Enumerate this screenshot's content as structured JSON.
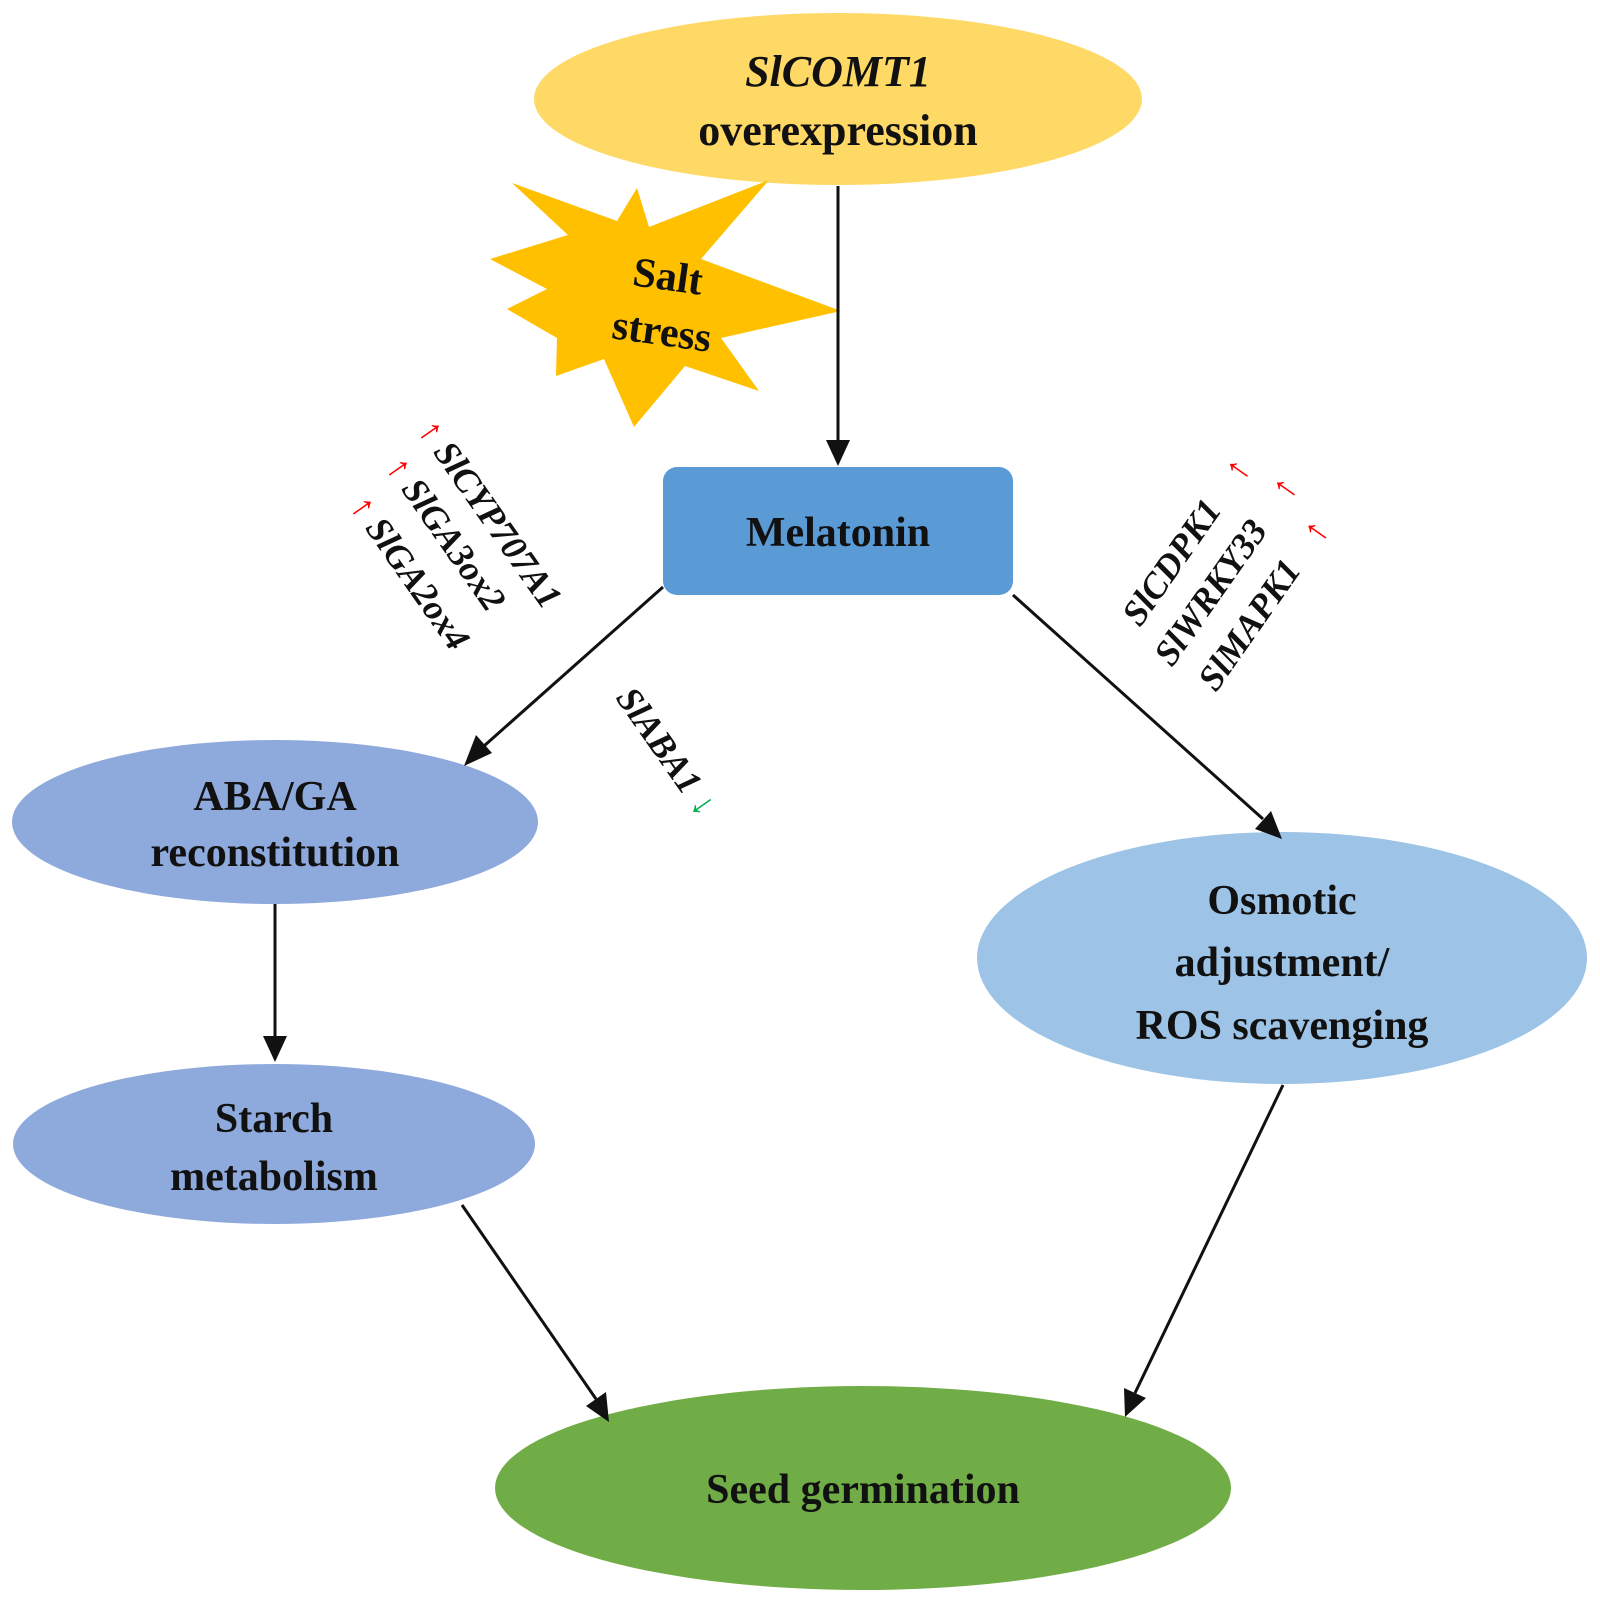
{
  "nodes": {
    "slcomt1": {
      "line1": "SlCOMT1",
      "line2": "overexpression",
      "color": "#FFD966"
    },
    "salt": {
      "line1": "Salt",
      "line2": "stress",
      "color": "#FFC000"
    },
    "melatonin": {
      "label": "Melatonin",
      "color": "#5B9BD5"
    },
    "abaga": {
      "line1": "ABA/GA",
      "line2": "reconstitution",
      "color": "#8EA9DB"
    },
    "starch": {
      "line1": "Starch",
      "line2": "metabolism",
      "color": "#8EA9DB"
    },
    "osmotic": {
      "line1": "Osmotic",
      "line2": "adjustment/",
      "line3": "ROS scavenging",
      "color": "#9DC3E6"
    },
    "seed": {
      "label": "Seed germination",
      "color": "#70AD47"
    }
  },
  "genes_left": [
    {
      "name": "SlCYP707A1",
      "arrow": "↑",
      "direction": "up"
    },
    {
      "name": "SlGA3ox2",
      "arrow": "↑",
      "direction": "up"
    },
    {
      "name": "SlGA2ox4",
      "arrow": "↑",
      "direction": "up"
    }
  ],
  "gene_aba": {
    "name": "SlABA1",
    "arrow": "↓",
    "direction": "down"
  },
  "genes_right": [
    {
      "name": "SlCDPK1",
      "arrow": "↑",
      "direction": "up"
    },
    {
      "name": "SlWRKY33",
      "arrow": "↑",
      "direction": "up"
    },
    {
      "name": "SlMAPK1",
      "arrow": "↑",
      "direction": "up"
    }
  ],
  "colors": {
    "up_arrow": "#FF0000",
    "down_arrow": "#00B050",
    "edge": "#111111"
  }
}
